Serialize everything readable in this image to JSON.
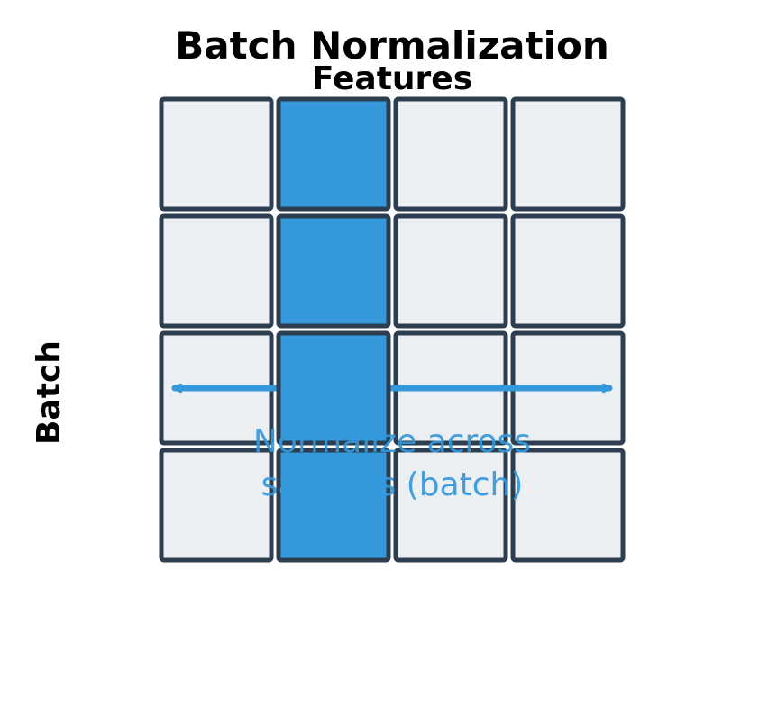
{
  "title": "Batch Normalization",
  "column_axis_label": "Features",
  "row_axis_label": "Batch",
  "annotation": {
    "line1": "Normalize across",
    "line2": "samples (batch)"
  },
  "grid": {
    "rows": 4,
    "columns": 4,
    "highlighted_column": 2
  },
  "colors": {
    "cell_fill": "#eceff1",
    "cell_border": "#2c3e50",
    "highlight_fill": "#3498db",
    "arrow": "#3498db",
    "annotation_text": "#3498db",
    "title_text": "#000000"
  }
}
